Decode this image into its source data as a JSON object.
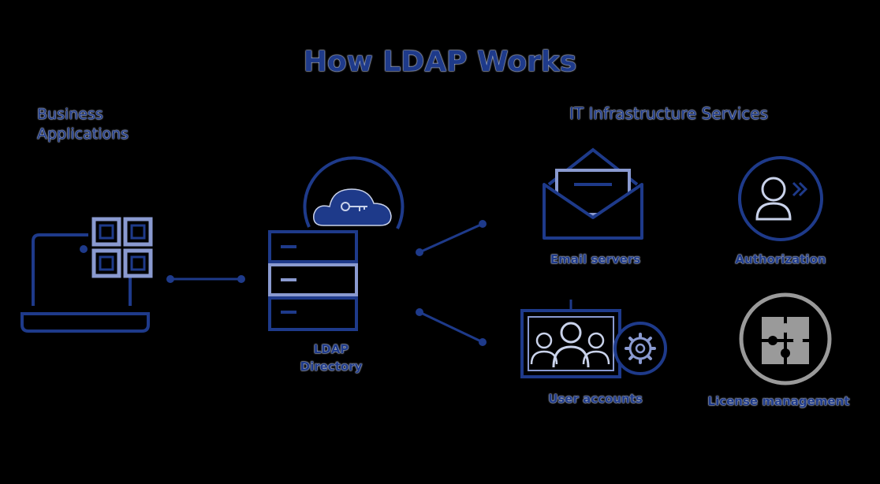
{
  "title": "How LDAP Works",
  "left_heading": "Business Applications",
  "right_heading": "IT Infrastructure Services",
  "center": {
    "label": "LDAP Directory"
  },
  "services": {
    "email": "Email servers",
    "authorization": "Authorization",
    "users": "User accounts",
    "license": "License management"
  },
  "colors": {
    "navy": "#1e3a8a",
    "light_blue": "#8a9ad0",
    "gray": "#9a9a9a",
    "background": "#000000"
  }
}
